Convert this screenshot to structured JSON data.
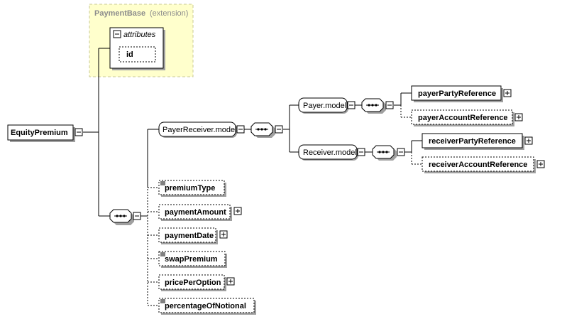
{
  "diagram": {
    "root": {
      "label": "EquityPremium"
    },
    "extension": {
      "base_name": "PaymentBase",
      "base_kind": "(extension)",
      "attributes_label": "attributes",
      "attribute": "id"
    },
    "groups": {
      "payer_receiver": "PayerReceiver.model",
      "payer": "Payer.model",
      "receiver": "Receiver.model"
    },
    "elements": {
      "payer_party_reference": "payerPartyReference",
      "payer_account_reference": "payerAccountReference",
      "receiver_party_reference": "receiverPartyReference",
      "receiver_account_reference": "receiverAccountReference",
      "premium_type": "premiumType",
      "payment_amount": "paymentAmount",
      "payment_date": "paymentDate",
      "swap_premium": "swapPremium",
      "price_per_option": "pricePerOption",
      "percentage_of_notional": "percentageOfNotional"
    },
    "colors": {
      "extension_fill": "#ffffcc",
      "extension_border": "#c8c896",
      "box_fill": "#ffffff",
      "line": "#000000",
      "shadow": "#a0a0a0"
    }
  }
}
